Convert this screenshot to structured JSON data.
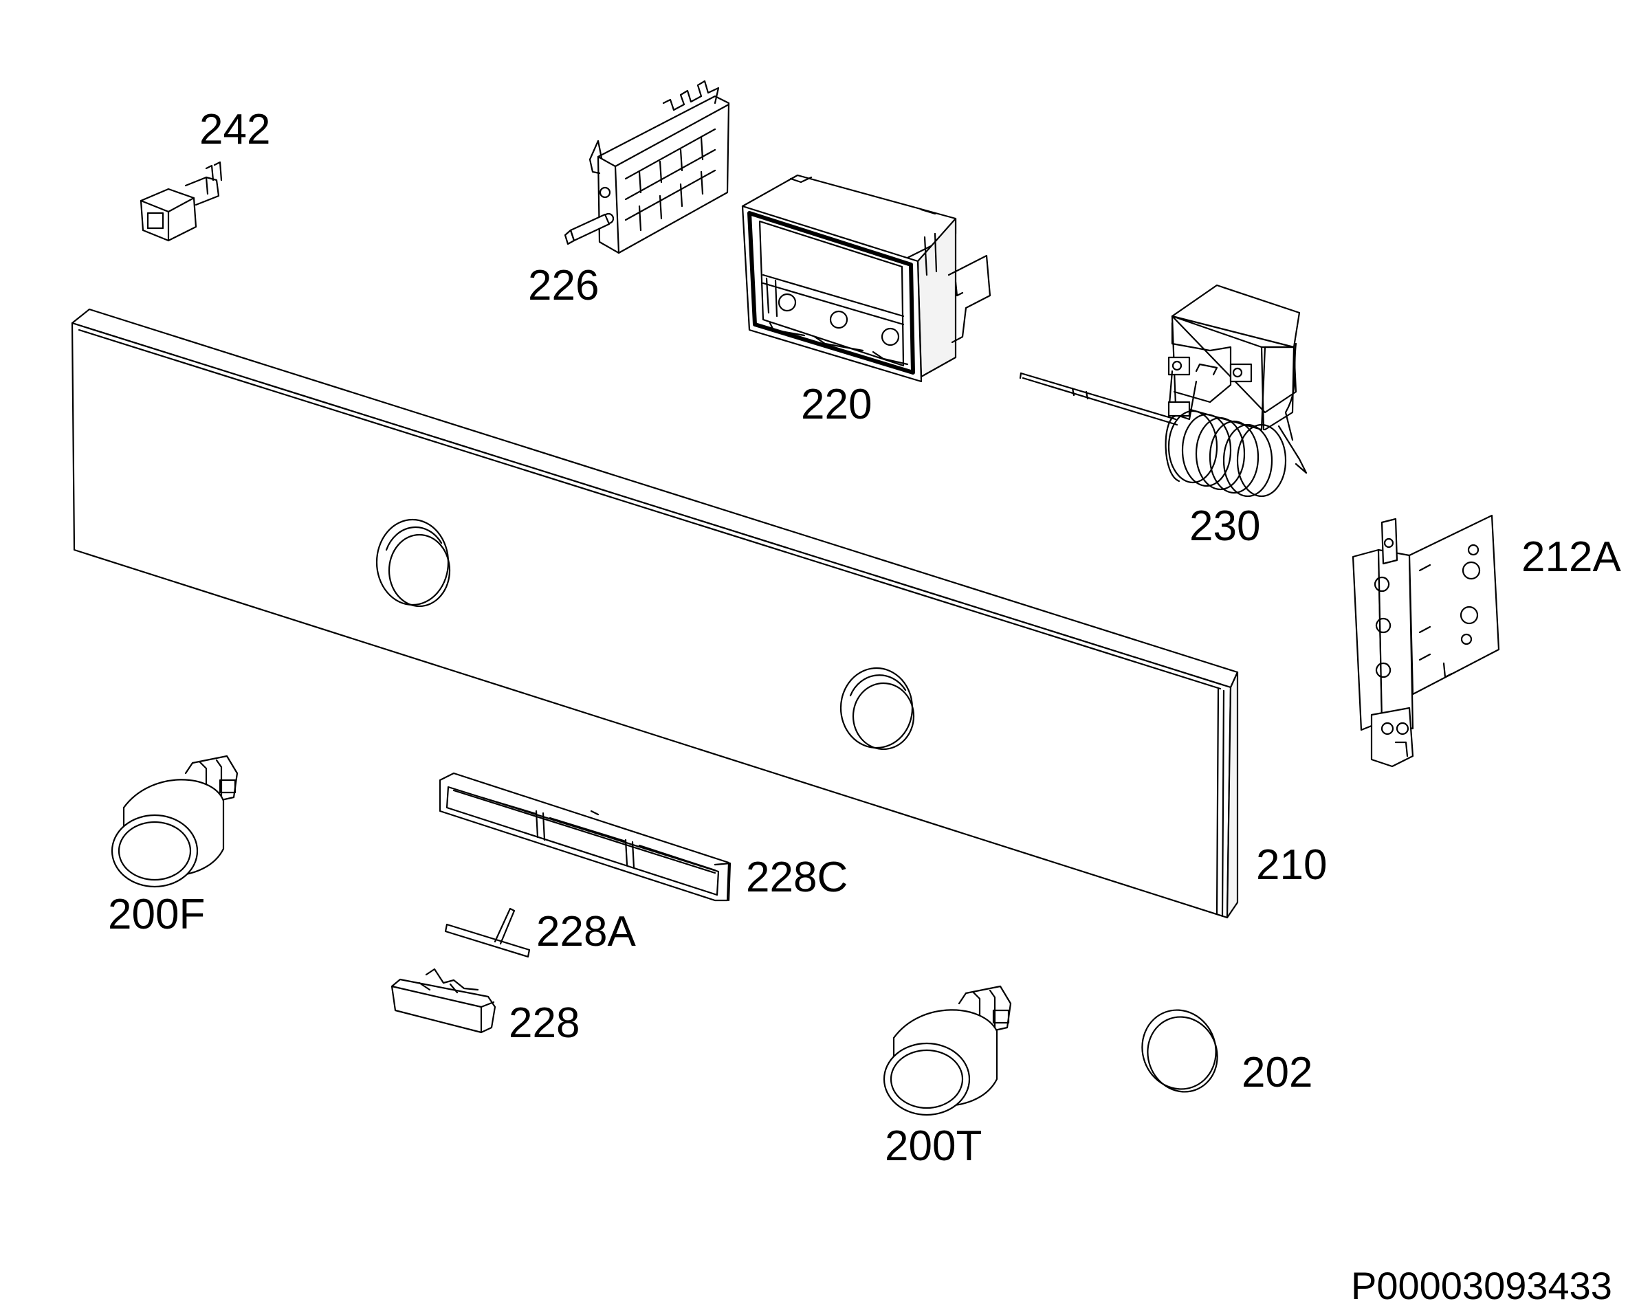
{
  "diagram": {
    "document_id": "P00003093433",
    "parts": [
      {
        "id": "p242",
        "label": "242"
      },
      {
        "id": "p226",
        "label": "226"
      },
      {
        "id": "p220",
        "label": "220"
      },
      {
        "id": "p230",
        "label": "230"
      },
      {
        "id": "p212A",
        "label": "212A"
      },
      {
        "id": "p210",
        "label": "210"
      },
      {
        "id": "p200F",
        "label": "200F"
      },
      {
        "id": "p228C",
        "label": "228C"
      },
      {
        "id": "p228A",
        "label": "228A"
      },
      {
        "id": "p228",
        "label": "228"
      },
      {
        "id": "p200T",
        "label": "200T"
      },
      {
        "id": "p202",
        "label": "202"
      }
    ]
  }
}
